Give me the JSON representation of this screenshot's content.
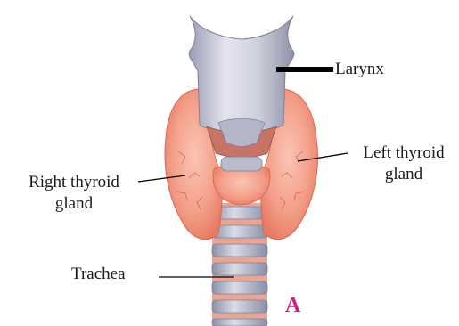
{
  "labels": {
    "larynx": "Larynx",
    "left_thyroid_line1": "Left thyroid",
    "left_thyroid_line2": "gland",
    "right_thyroid_line1": "Right thyroid",
    "right_thyroid_line2": "gland",
    "trachea": "Trachea"
  },
  "panel_letter": "A",
  "colors": {
    "panel_letter": "#cc1f8a",
    "thyroid": "#f29a84",
    "cartilage": "#b8b9c9",
    "trachea_ring": "#9fa3b8"
  }
}
